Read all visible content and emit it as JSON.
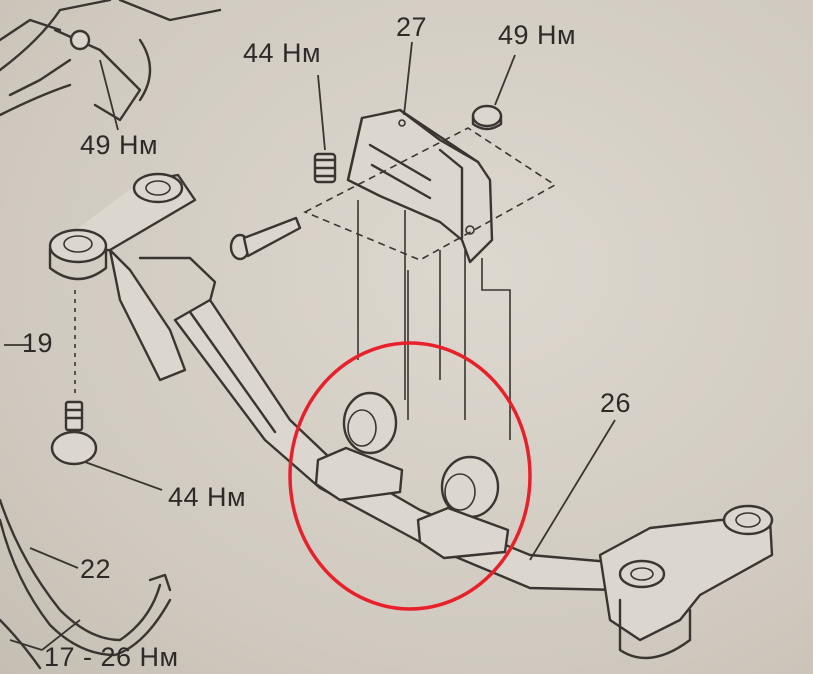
{
  "callouts": {
    "torque_49_top_left": "49 Нм",
    "torque_44_top": "44 Нм",
    "part_27": "27",
    "torque_49_top_right": "49 Нм",
    "part_19": "19",
    "torque_44_bottom": "44 Нм",
    "part_26": "26",
    "part_22": "22",
    "torque_17_26": "17 - 26 Нм"
  },
  "colors": {
    "ink": "#3a3531",
    "paper": "#d6d1c8",
    "highlight": "#e8202a"
  }
}
